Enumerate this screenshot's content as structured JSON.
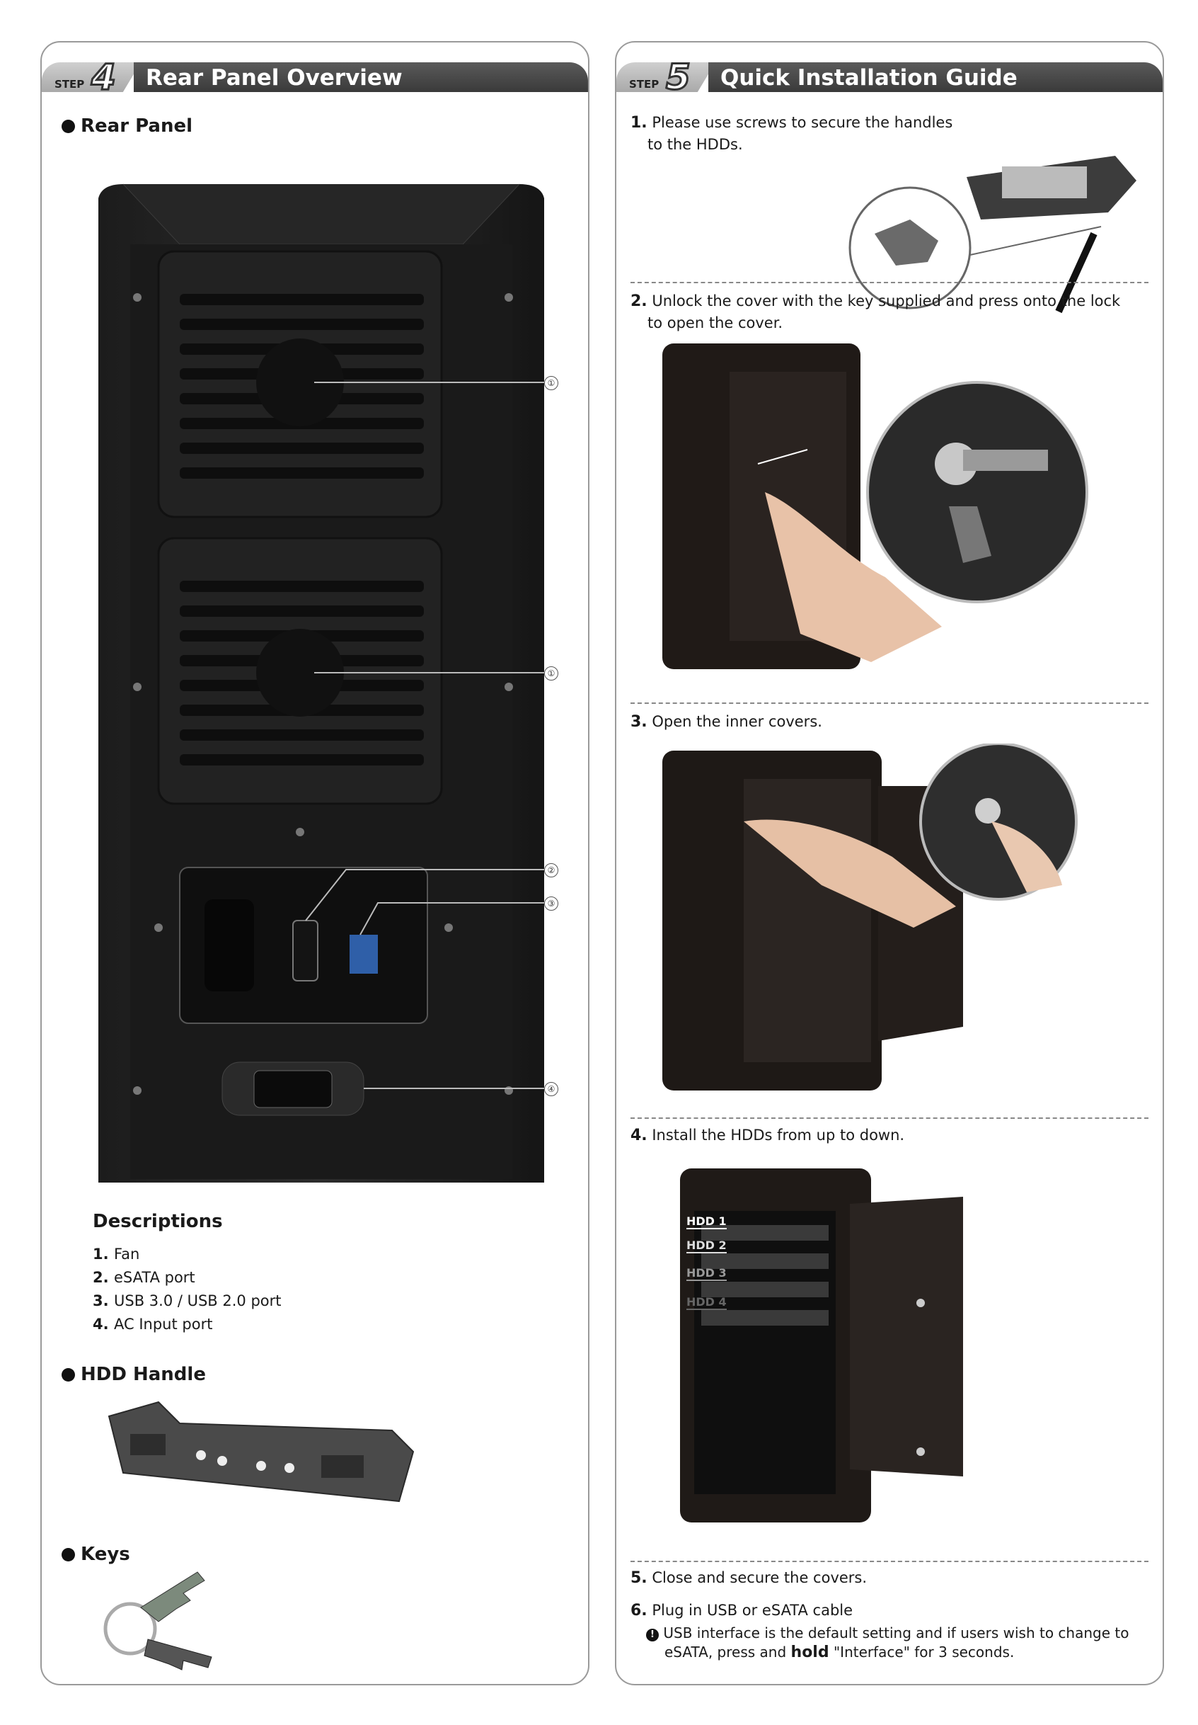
{
  "step4": {
    "step_word": "STEP",
    "step_number": "4",
    "title": "Rear Panel Overview",
    "rear_panel_heading": "Rear Panel",
    "callouts": [
      "①",
      "①",
      "②",
      "③",
      "④"
    ],
    "descriptions_title": "Descriptions",
    "descriptions": [
      {
        "num": "1.",
        "text": "Fan"
      },
      {
        "num": "2.",
        "text": "eSATA port"
      },
      {
        "num": "3.",
        "text": "USB 3.0 / USB 2.0 port"
      },
      {
        "num": "4.",
        "text": "AC Input port"
      }
    ],
    "hdd_handle_heading": "HDD Handle",
    "keys_heading": "Keys"
  },
  "step5": {
    "step_word": "STEP",
    "step_number": "5",
    "title": "Quick Installation Guide",
    "steps": [
      {
        "num": "1.",
        "line1": "Please use screws to secure the handles",
        "line2": "to the HDDs."
      },
      {
        "num": "2.",
        "line1": "Unlock the cover with the key supplied and press onto the lock",
        "line2": "to open the cover."
      },
      {
        "num": "3.",
        "line1": "Open the inner covers.",
        "line2": ""
      },
      {
        "num": "4.",
        "line1": "Install the HDDs from up to down.",
        "line2": ""
      },
      {
        "num": "5.",
        "line1": "Close and secure the covers.",
        "line2": ""
      },
      {
        "num": "6.",
        "line1": "Plug in USB or eSATA cable",
        "line2": ""
      }
    ],
    "hdd_labels": [
      "HDD 1",
      "HDD 2",
      "HDD 3",
      "HDD 4"
    ],
    "note_icon": "exclamation-circle-icon",
    "note_part1": "USB interface is the default setting and if users wish to change to",
    "note_part2_prefix": "eSATA, press and ",
    "note_bold": "hold",
    "note_part2_suffix": " \"Interface\" for 3 seconds."
  }
}
